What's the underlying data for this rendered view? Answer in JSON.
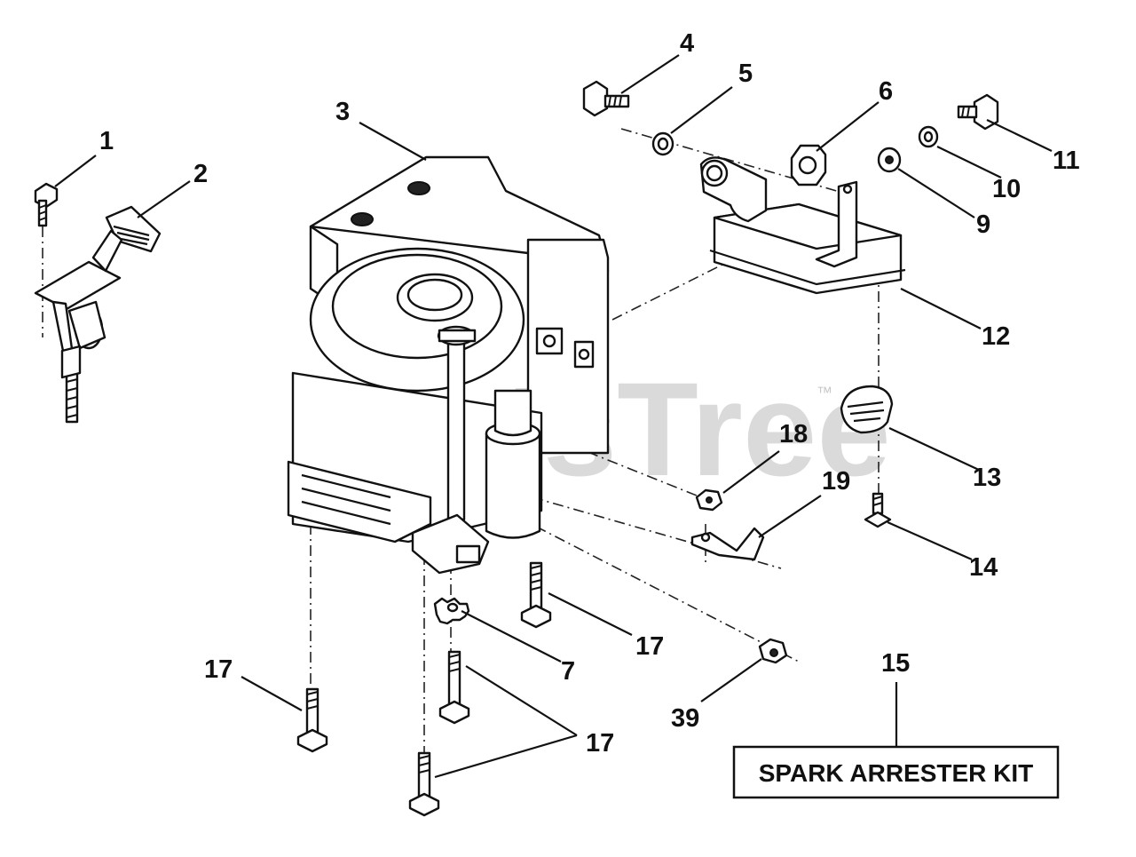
{
  "diagram": {
    "watermark": "PartsTree",
    "watermark_mark": "™",
    "kit_box_label": "SPARK ARRESTER KIT",
    "callouts": [
      {
        "id": "c1",
        "label": "1"
      },
      {
        "id": "c2",
        "label": "2"
      },
      {
        "id": "c3",
        "label": "3"
      },
      {
        "id": "c4",
        "label": "4"
      },
      {
        "id": "c5",
        "label": "5"
      },
      {
        "id": "c6",
        "label": "6"
      },
      {
        "id": "c7",
        "label": "7"
      },
      {
        "id": "c9",
        "label": "9"
      },
      {
        "id": "c10",
        "label": "10"
      },
      {
        "id": "c11",
        "label": "11"
      },
      {
        "id": "c12",
        "label": "12"
      },
      {
        "id": "c13",
        "label": "13"
      },
      {
        "id": "c14",
        "label": "14"
      },
      {
        "id": "c15",
        "label": "15"
      },
      {
        "id": "c17a",
        "label": "17"
      },
      {
        "id": "c17b",
        "label": "17"
      },
      {
        "id": "c17c",
        "label": "17"
      },
      {
        "id": "c18",
        "label": "18"
      },
      {
        "id": "c19",
        "label": "19"
      },
      {
        "id": "c39",
        "label": "39"
      }
    ]
  }
}
